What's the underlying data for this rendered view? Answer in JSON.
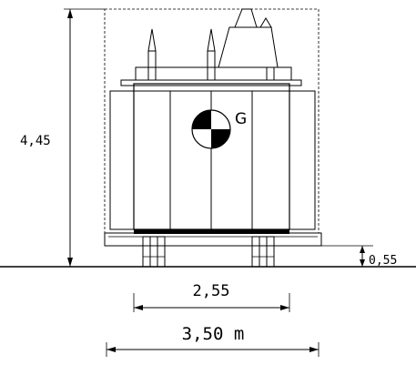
{
  "dimensions": {
    "total_height": "4,45",
    "clearance": "0,55",
    "inner_width": "2,55",
    "overall_width": "3,50 m"
  },
  "labels": {
    "center_of_gravity": "G"
  },
  "colors": {
    "line": "#000000",
    "background": "#ffffff"
  },
  "icons": {
    "center_of_gravity": "center-of-gravity-symbol"
  }
}
